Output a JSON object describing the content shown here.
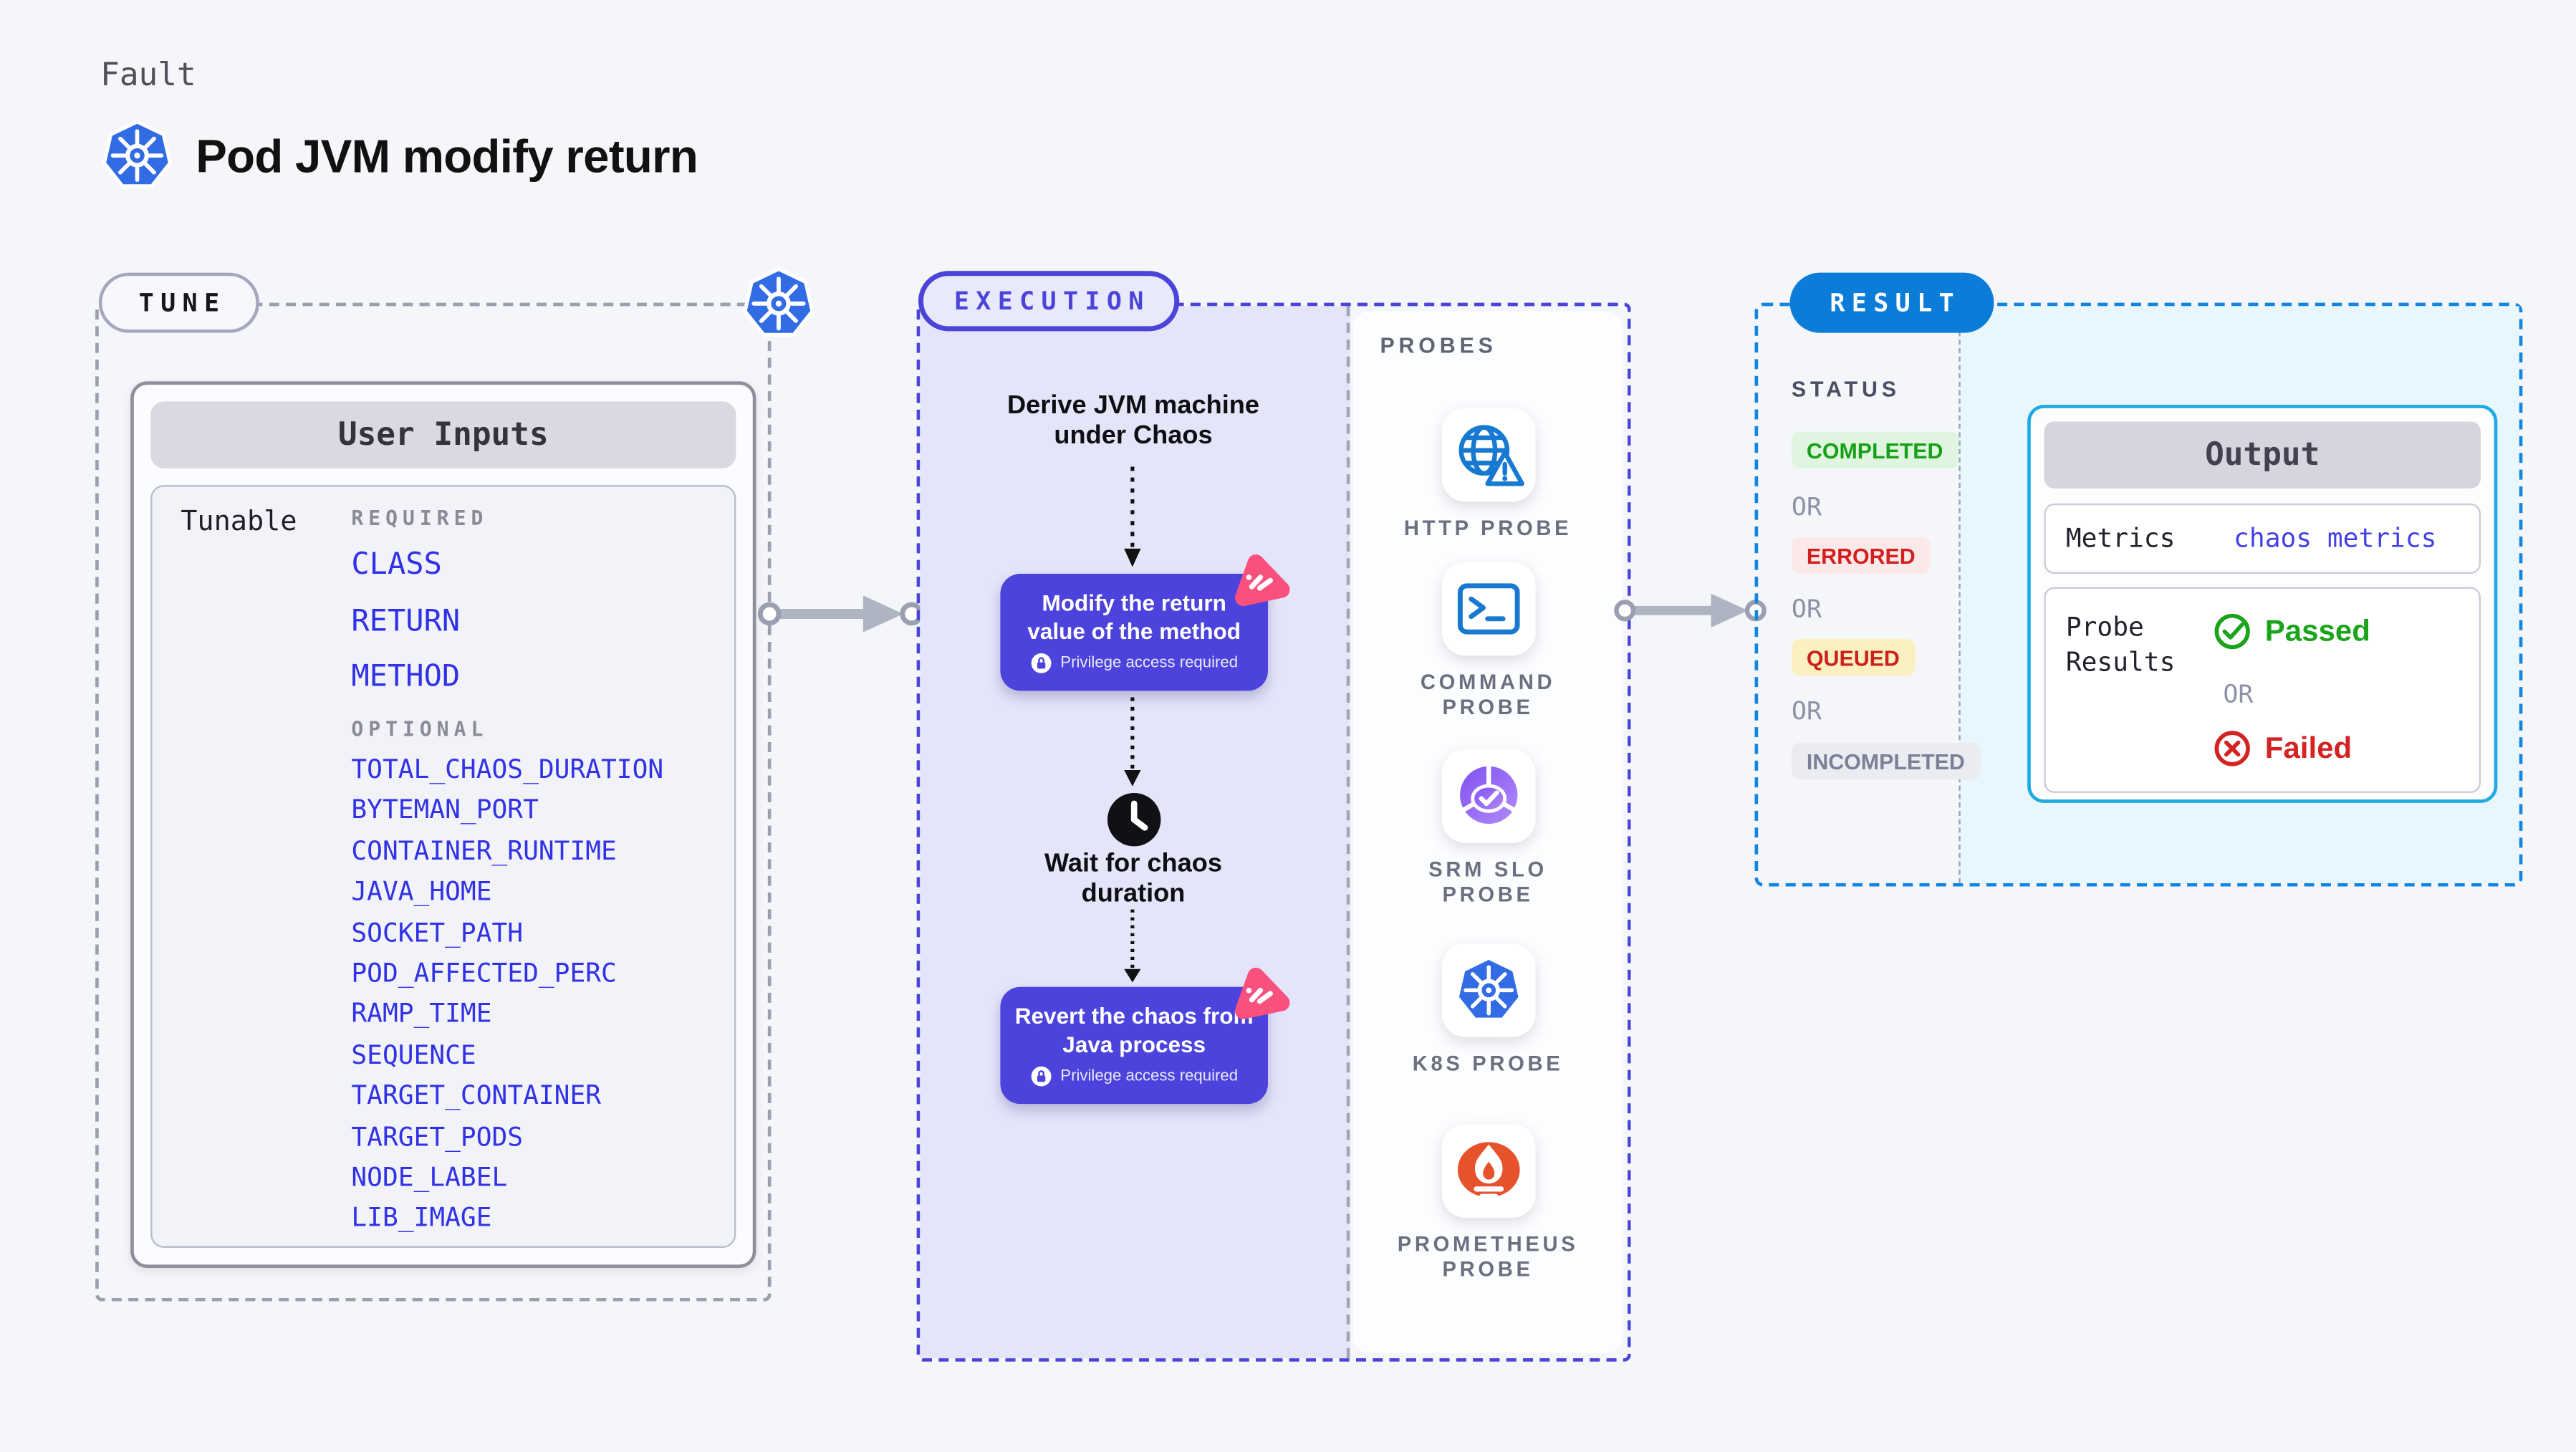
{
  "header": {
    "fault_label": "Fault",
    "title": "Pod JVM modify return"
  },
  "tune": {
    "pill_label": "TUNE",
    "table_title": "User Inputs",
    "row_label": "Tunable",
    "required_label": "REQUIRED",
    "required_items": [
      "CLASS",
      "RETURN",
      "METHOD"
    ],
    "optional_label": "OPTIONAL",
    "optional_items": [
      "TOTAL_CHAOS_DURATION",
      "BYTEMAN_PORT",
      "CONTAINER_RUNTIME",
      "JAVA_HOME",
      "SOCKET_PATH",
      "POD_AFFECTED_PERC",
      "RAMP_TIME",
      "SEQUENCE",
      "TARGET_CONTAINER",
      "TARGET_PODS",
      "NODE_LABEL",
      "LIB_IMAGE"
    ]
  },
  "execution": {
    "pill_label": "EXECUTION",
    "derive_line1": "Derive JVM machine",
    "derive_line2": "under Chaos",
    "modify_title": "Modify the return value of the method",
    "privilege_label": "Privilege access required",
    "wait_line1": "Wait for chaos",
    "wait_line2": "duration",
    "revert_title": "Revert the chaos from Java process"
  },
  "probes": {
    "section_label": "PROBES",
    "items": [
      {
        "label": "HTTP PROBE",
        "icon": "globe-alert-icon"
      },
      {
        "label": "COMMAND PROBE",
        "icon": "terminal-icon"
      },
      {
        "label": "SRM SLO PROBE",
        "icon": "slo-pie-check-icon"
      },
      {
        "label": "K8S PROBE",
        "icon": "kubernetes-icon"
      },
      {
        "label": "PROMETHEUS PROBE",
        "icon": "prometheus-flame-icon"
      }
    ]
  },
  "result": {
    "pill_label": "RESULT",
    "status_label": "STATUS",
    "or_label": "OR",
    "statuses": [
      {
        "label": "COMPLETED",
        "fg": "#17A017",
        "bg": "#DFF5E0"
      },
      {
        "label": "ERRORED",
        "fg": "#D41F1F",
        "bg": "#FBE9E9"
      },
      {
        "label": "QUEUED",
        "fg": "#CC1F1F",
        "bg": "#FAF0C0"
      },
      {
        "label": "INCOMPLETED",
        "fg": "#7A8096",
        "bg": "#EBECF2"
      }
    ],
    "output": {
      "title": "Output",
      "metrics_label": "Metrics",
      "metrics_value": "chaos metrics",
      "probe_results_label": "Probe Results",
      "passed_label": "Passed",
      "or_label": "OR",
      "failed_label": "Failed"
    }
  },
  "colors": {
    "page_bg": "#F5F6FA",
    "indigo": "#4B44D8",
    "node_indigo": "#4C43DD",
    "lavender": "#E5E5FA",
    "result_blue": "#0B7CD8",
    "result_dash": "#1285E0",
    "cyan_border": "#1FAAE4",
    "cyan_bg": "#E8F6FD",
    "item_blue": "#3131E8",
    "green": "#1BA41B",
    "red": "#D32323",
    "pink": "#F8517E",
    "k8s_blue": "#326CE5",
    "probe_blue": "#1779D0",
    "prom_orange": "#E6522C"
  }
}
